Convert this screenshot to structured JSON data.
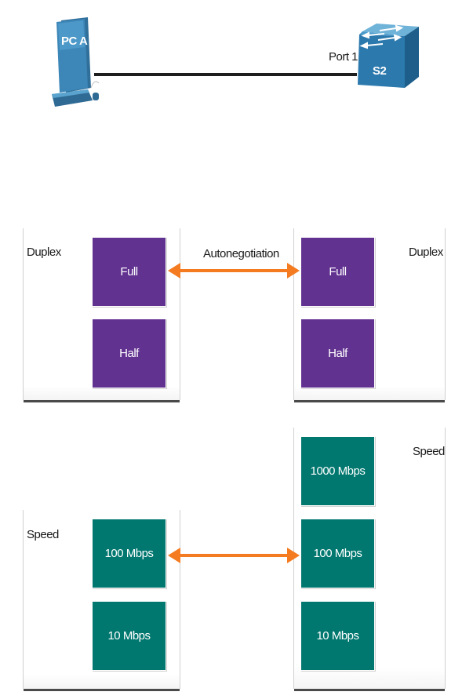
{
  "topology": {
    "pc_label": "PC A",
    "switch_label": "S2",
    "port_label": "Port 1"
  },
  "duplex": {
    "left_title": "Duplex",
    "right_title": "Duplex",
    "left_options": [
      "Full",
      "Half"
    ],
    "right_options": [
      "Full",
      "Half"
    ],
    "link_label": "Autonegotiation"
  },
  "speed": {
    "left_title": "Speed",
    "right_title": "Speed",
    "left_options": [
      "100 Mbps",
      "10 Mbps"
    ],
    "right_options": [
      "1000 Mbps",
      "100 Mbps",
      "10 Mbps"
    ]
  },
  "colors": {
    "duplex_box": "#623291",
    "speed_box": "#00776f",
    "arrow": "#f47b20",
    "cable": "#1e1e1e"
  }
}
